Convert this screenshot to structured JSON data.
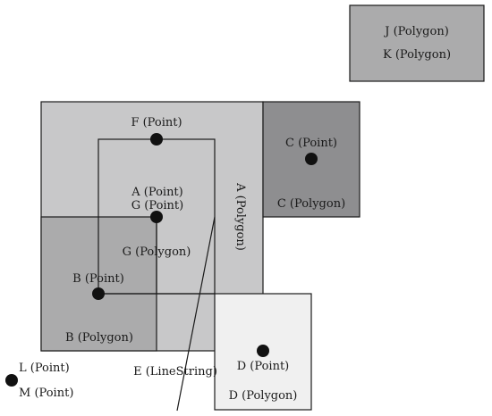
{
  "colors": {
    "polygon_A": "#c8c8c9",
    "polygon_B": "#ababac",
    "polygon_C": "#8e8e90",
    "polygon_D": "#f0f0f0",
    "polygon_JK": "#ababac",
    "stroke": "#1a1a1a",
    "point": "#111111"
  },
  "labels": {
    "j_polygon": "J (Polygon)",
    "k_polygon": "K (Polygon)",
    "f_point": "F (Point)",
    "c_point": "C (Point)",
    "c_polygon": "C (Polygon)",
    "a_point": "A (Point)",
    "g_point": "G (Point)",
    "a_polygon": "A (Polygon)",
    "g_polygon": "G (Polygon)",
    "b_point": "B (Point)",
    "b_polygon": "B (Polygon)",
    "l_point": "L (Point)",
    "m_point": "M (Point)",
    "e_linestring": "E (LineString)",
    "d_point": "D (Point)",
    "d_polygon": "D (Polygon)"
  }
}
